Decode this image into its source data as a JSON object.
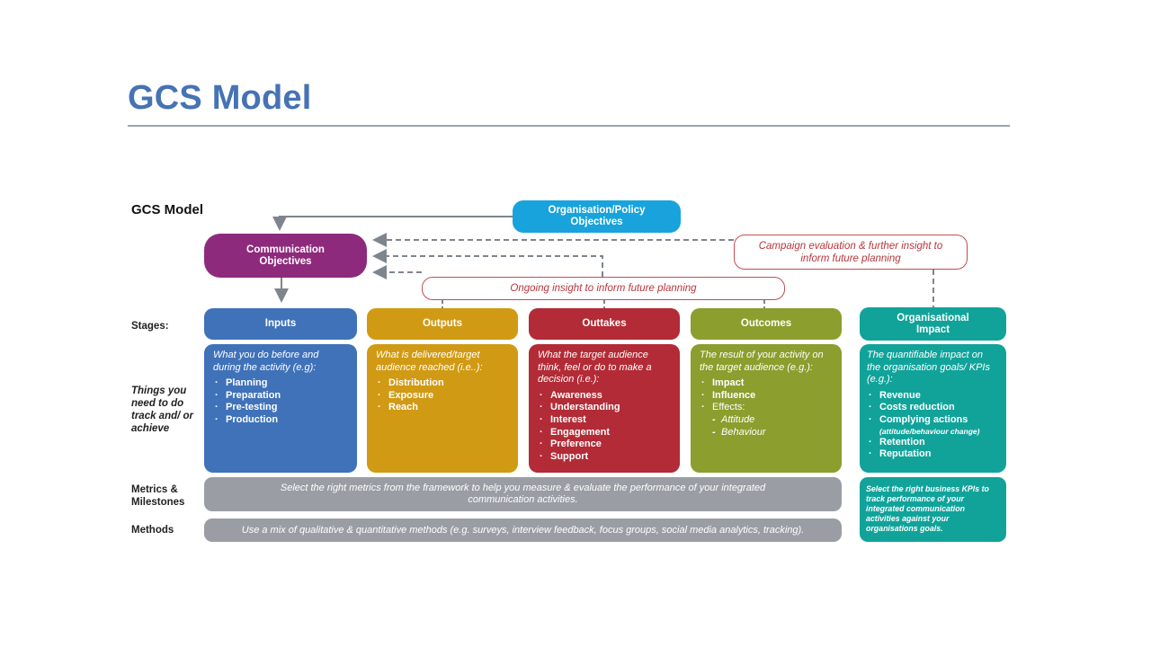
{
  "page": {
    "title": "GCS Model"
  },
  "diagram": {
    "title": "GCS Model",
    "org_policy": "Organisation/Policy Objectives",
    "comm_objectives": "Communication Objectives",
    "campaign_eval": "Campaign evaluation & further insight to inform future planning",
    "ongoing_insight": "Ongoing insight to inform future planning",
    "row_labels": {
      "stages": "Stages:",
      "things": "Things you need to do track and/ or achieve",
      "metrics": "Metrics & Milestones",
      "methods": "Methods"
    },
    "stages": [
      {
        "name": "Inputs",
        "color": "#3f72b9",
        "intro": "What you do before and during the activity (e.g):",
        "items": [
          "Planning",
          "Preparation",
          "Pre-testing",
          "Production"
        ]
      },
      {
        "name": "Outputs",
        "color": "#d19a14",
        "intro": "What is delivered/target audience reached (i.e..):",
        "items": [
          "Distribution",
          "Exposure",
          "Reach"
        ]
      },
      {
        "name": "Outtakes",
        "color": "#b22b36",
        "intro": "What the target audience think, feel or do to make a decision (i.e.):",
        "items": [
          "Awareness",
          "Understanding",
          "Interest",
          "Engagement",
          "Preference",
          "Support"
        ]
      },
      {
        "name": "Outcomes",
        "color": "#8b9e2e",
        "intro": "The result of your activity on the target audience (e.g.):",
        "items": [
          "Impact",
          "Influence",
          "Effects:"
        ],
        "sub_items": [
          "Attitude",
          "Behaviour"
        ]
      },
      {
        "name": "Organisational Impact",
        "color": "#11a39a",
        "intro": "The quantifiable impact on the organisation goals/ KPIs (e.g.):",
        "items": [
          "Revenue",
          "Costs reduction",
          "Complying actions"
        ],
        "note": "(attitude/behaviour change)",
        "items_after": [
          "Retention",
          "Reputation"
        ]
      }
    ],
    "metrics_text": "Select the right metrics from the framework to help you measure & evaluate the performance of your integrated communication activities.",
    "methods_text": "Use a mix of qualitative & quantitative methods (e.g. surveys, interview feedback, focus groups, social media analytics, tracking).",
    "kpi_text": "Select the right business KPIs to track performance of your integrated communication activities against your organisations goals.",
    "colors": {
      "title_blue": "#4573b3",
      "purple": "#8e2a7c",
      "sky": "#19a3dc",
      "insight_red": "#b8353b",
      "bar_grey": "#9a9ea4"
    }
  }
}
